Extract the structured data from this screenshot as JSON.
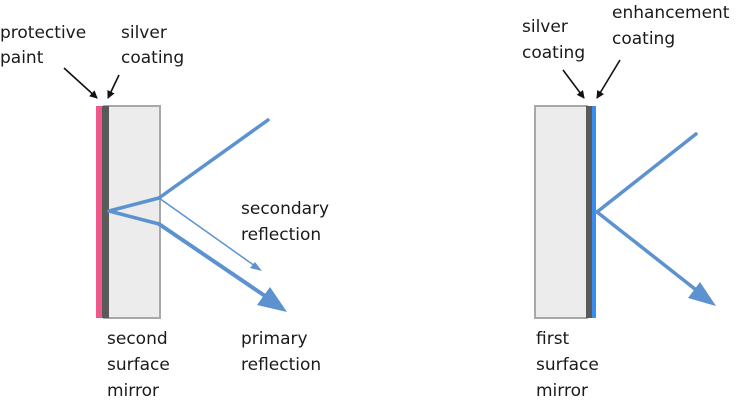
{
  "colors": {
    "protective_paint": "#f0588a",
    "silver": "#5a5a5a",
    "glass_fill": "#ececec",
    "glass_edge": "#a8a8a8",
    "enhancement": "#3a8df0",
    "ray": "#5b92cf",
    "leader": "#111111",
    "text": "#1a1a1a"
  },
  "left_panel": {
    "labels": {
      "protective_paint": [
        "protective",
        "paint"
      ],
      "silver_coating": [
        "silver",
        "coating"
      ],
      "secondary_reflection": [
        "secondary",
        "reflection"
      ],
      "primary_reflection": [
        "primary",
        "reflection"
      ],
      "mirror_type": [
        "second",
        "surface",
        "mirror"
      ]
    }
  },
  "right_panel": {
    "labels": {
      "silver_coating": [
        "silver",
        "coating"
      ],
      "enhancement_coating": [
        "enhancement",
        "coating"
      ],
      "mirror_type": [
        "first",
        "surface",
        "mirror"
      ]
    }
  }
}
